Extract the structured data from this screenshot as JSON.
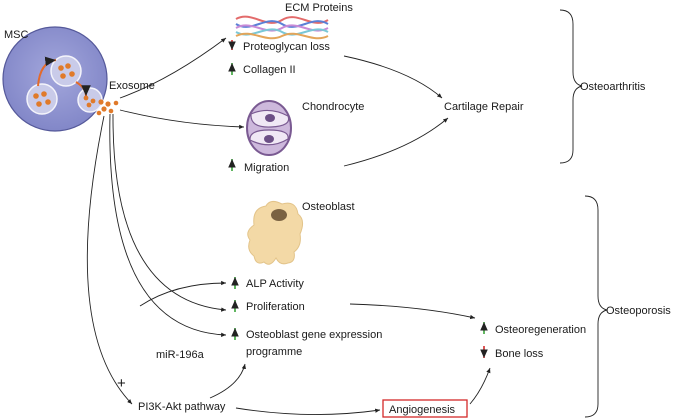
{
  "labels": {
    "msc": "MSC",
    "exosome": "Exosome",
    "ecm_proteins": "ECM Proteins",
    "proteoglycan_loss": "Proteoglycan loss",
    "collagen_ii": "Collagen II",
    "chondrocyte": "Chondrocyte",
    "migration": "Migration",
    "cartilage_repair": "Cartilage Repair",
    "osteoarthritis": "Osteoarthritis",
    "osteoblast": "Osteoblast",
    "alp_activity": "ALP Activity",
    "proliferation": "Proliferation",
    "osteoblast_gene_line1": "Osteoblast gene expression",
    "osteoblast_gene_line2": "programme",
    "mir": "miR-196a",
    "plus": "+",
    "pi3k": "PI3K-Akt pathway",
    "angiogenesis": "Angiogenesis",
    "osteoregeneration": "Osteoregeneration",
    "bone_loss": "Bone loss",
    "osteoporosis": "Osteoporosis"
  },
  "colors": {
    "up_arrow": "#3aa33a",
    "down_arrow": "#d42a2a",
    "msc_fill": "#8a8fd0",
    "exosome_dot": "#e07a2a",
    "osteoblast_fill": "#f3d9a6",
    "chondrocyte_fill": "#9a7ab0",
    "angiogenesis_border": "#d42a2a"
  },
  "indicators": {
    "proteoglycan_loss": "down",
    "collagen_ii": "up",
    "migration": "up",
    "alp_activity": "up",
    "proliferation": "up",
    "osteoblast_gene": "up",
    "osteoregeneration": "up",
    "bone_loss": "down"
  }
}
